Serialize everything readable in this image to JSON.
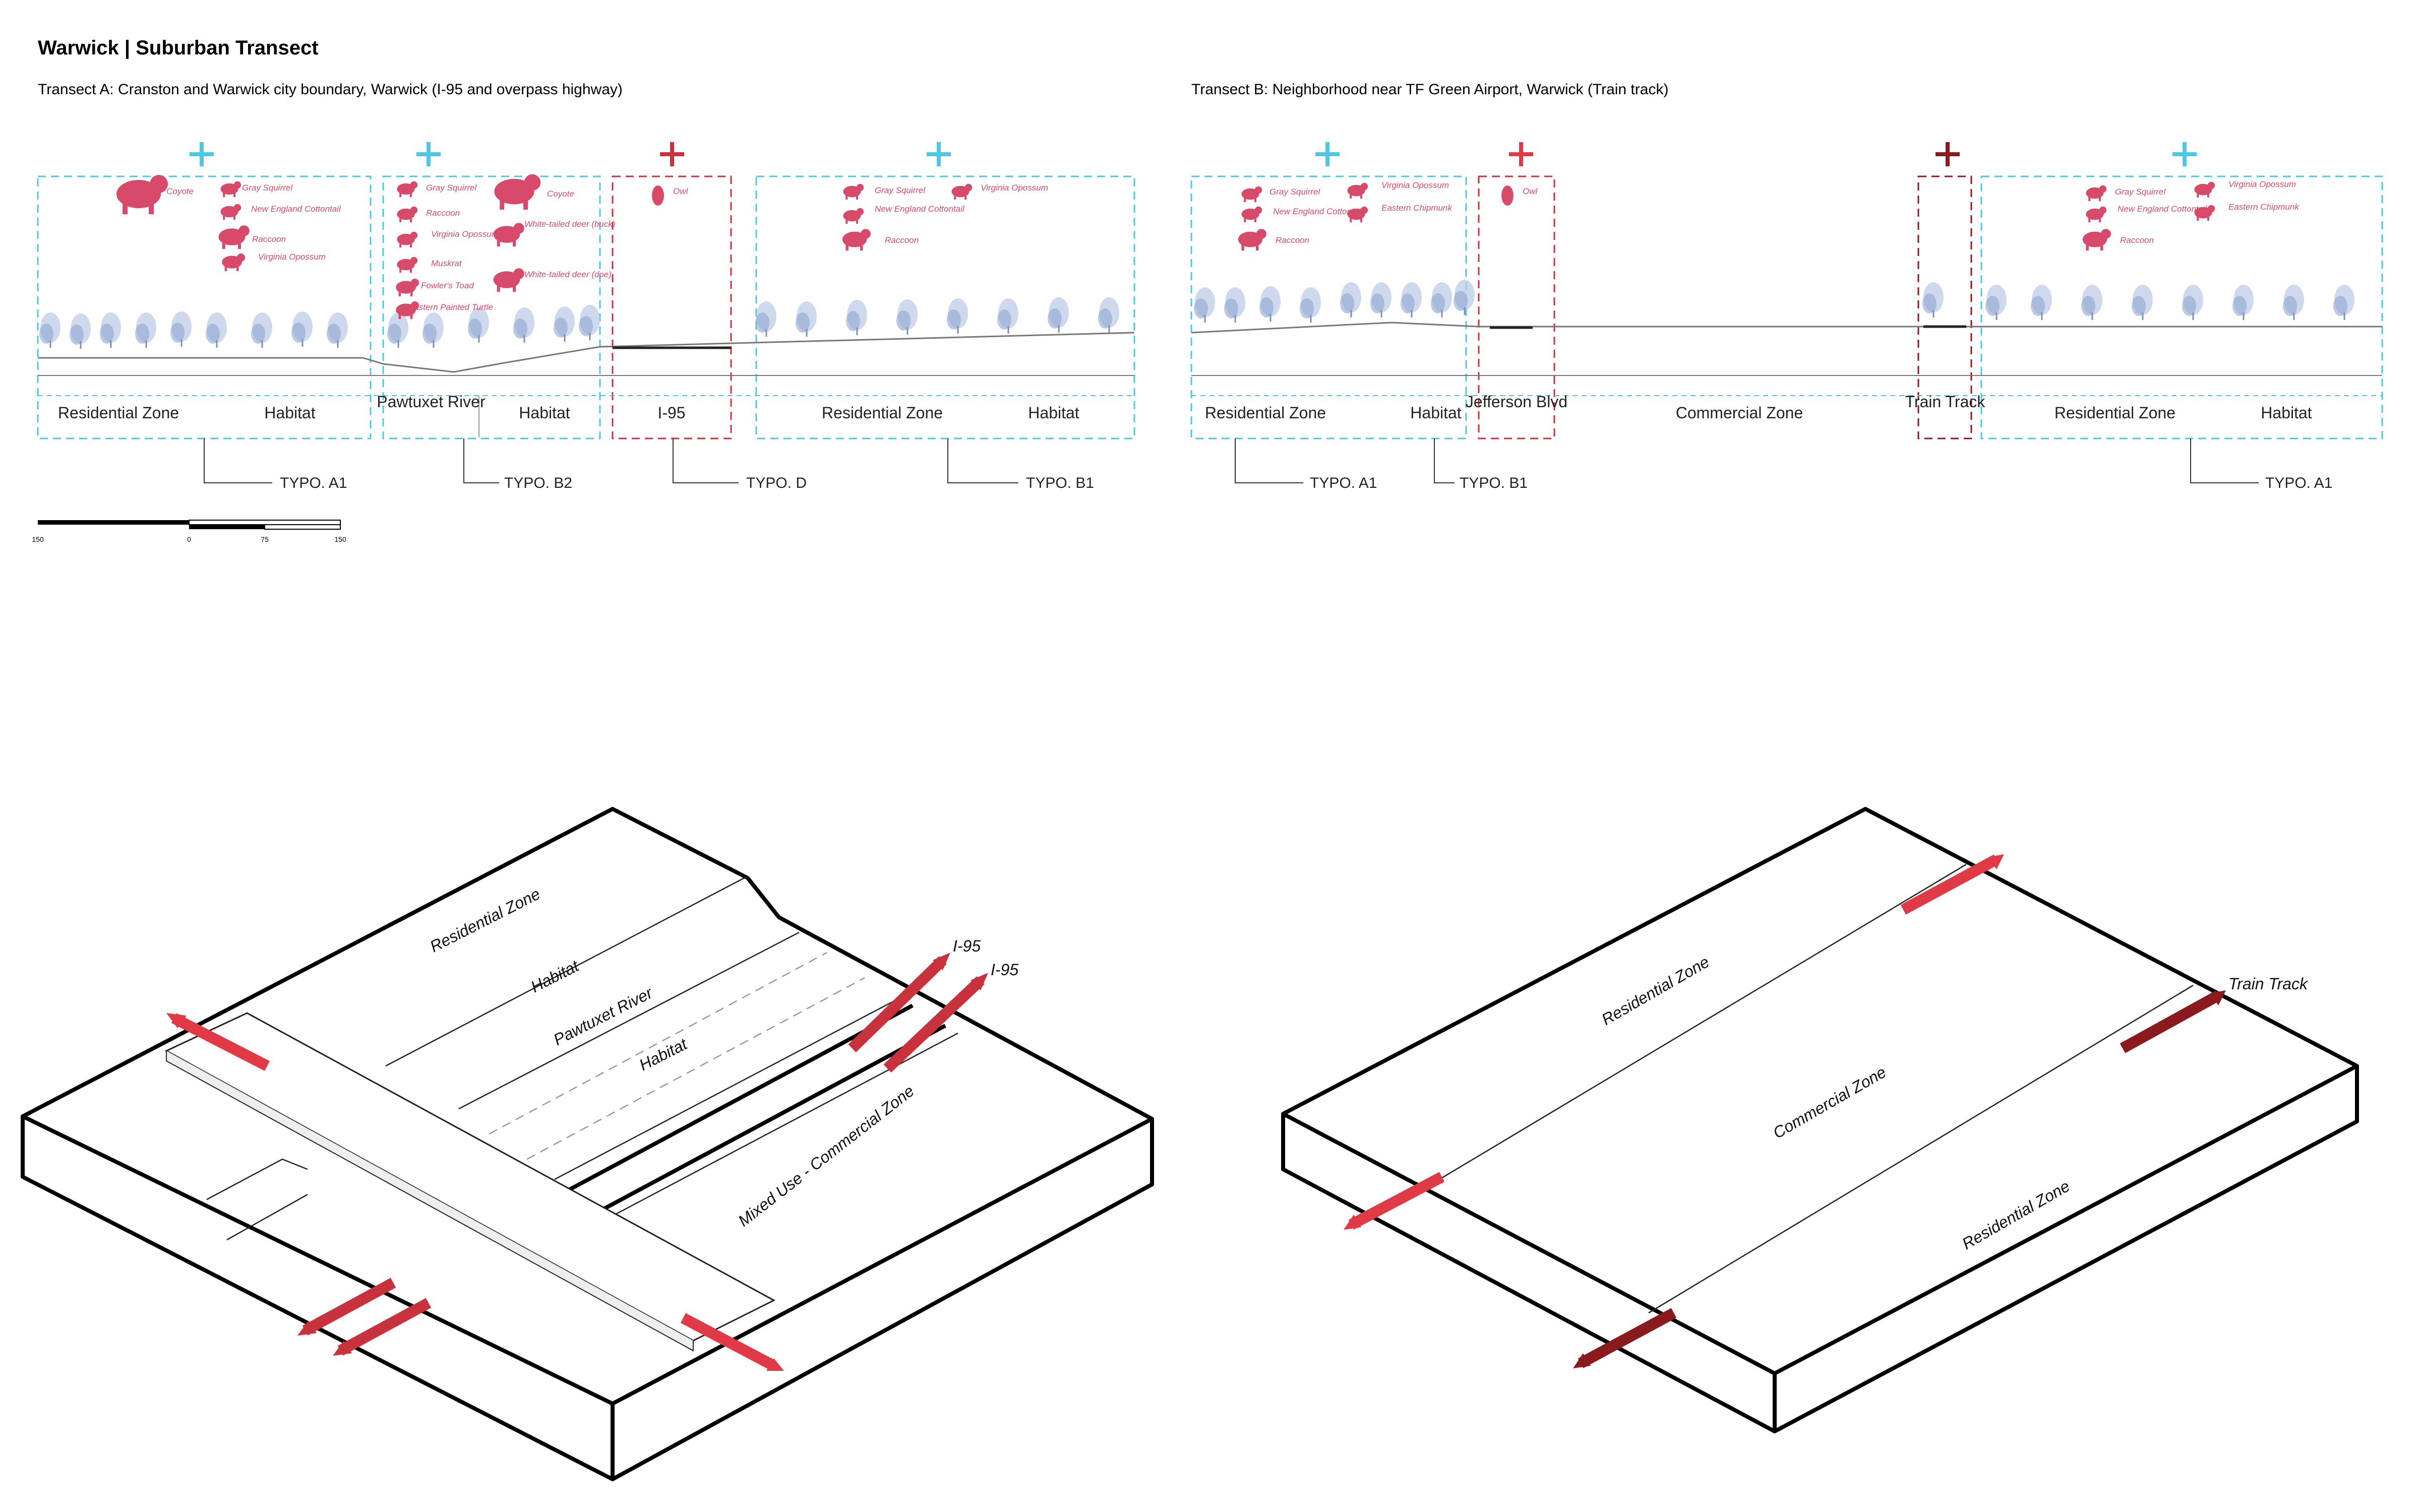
{
  "title": "Warwick | Suburban Transect",
  "transect_a": {
    "title": "Transect A: Cranston and Warwick city boundary, Warwick (I-95 and overpass highway)",
    "boxes": [
      {
        "zones": [
          "Residential Zone",
          "Habitat"
        ],
        "typo": "TYPO. A1",
        "animals": [
          "Coyote",
          "Gray Squirrel",
          "New England Cottontail",
          "Raccoon",
          "Virginia Opossum"
        ]
      },
      {
        "zones": [
          "Pawtuxet River",
          "Habitat"
        ],
        "typo": "TYPO. B2",
        "animals": [
          "Gray Squirrel",
          "Coyote",
          "Raccoon",
          "Virginia Opossum",
          "White-tailed deer (buck)",
          "Muskrat",
          "Fowler's Toad",
          "White-tailed deer (doe)",
          "Eastern Painted Turtle"
        ]
      },
      {
        "zones": [
          "I-95"
        ],
        "typo": "TYPO. D",
        "animals": [
          "Owl"
        ]
      },
      {
        "zones": [
          "Residential Zone",
          "Habitat"
        ],
        "typo": "TYPO. B1",
        "animals": [
          "Gray Squirrel",
          "New England Cottontail",
          "Raccoon",
          "Virginia Opossum"
        ]
      }
    ],
    "scale": {
      "ticks": [
        "150",
        "0",
        "75",
        "150"
      ]
    }
  },
  "transect_b": {
    "title": "Transect B: Neighborhood near TF Green Airport, Warwick (Train track)",
    "boxes": [
      {
        "zones": [
          "Residential Zone",
          "Habitat"
        ],
        "typos": [
          "TYPO. A1",
          "TYPO. B1"
        ],
        "animals": [
          "Gray Squirrel",
          "New England Cottontail",
          "Raccoon",
          "Virginia Opossum",
          "Eastern Chipmunk"
        ]
      },
      {
        "zones": [
          "Jefferson Blvd"
        ],
        "animals": [
          "Owl"
        ]
      },
      {
        "zones": [
          "Commercial Zone"
        ]
      },
      {
        "zones": [
          "Train Track"
        ]
      },
      {
        "zones": [
          "Residential Zone",
          "Habitat"
        ],
        "typo": "TYPO. A1",
        "animals": [
          "Gray Squirrel",
          "New England Cottontail",
          "Raccoon",
          "Virginia Opossum",
          "Eastern Chipmunk"
        ]
      }
    ]
  },
  "iso_a": {
    "labels": [
      "Residential Zone",
      "Habitat",
      "Pawtuxet River",
      "Habitat",
      "Mixed Use - Commercial Zone"
    ],
    "arrows": [
      "I-95",
      "I-95"
    ]
  },
  "iso_b": {
    "labels": [
      "Residential Zone",
      "Commercial Zone",
      "Residential Zone"
    ],
    "arrows": [
      "Train Track"
    ]
  },
  "colors": {
    "habitat_blue": "#4fc7e3",
    "road_red": "#c8323c",
    "rail_dark_red": "#8a1a1e",
    "animal_pink": "#d84a6a",
    "tree_blue": "#9db3d6"
  }
}
